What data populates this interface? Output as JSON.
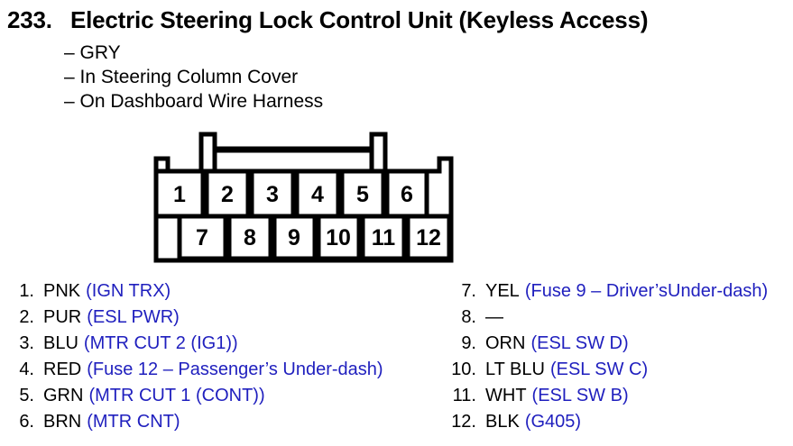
{
  "page": {
    "title_number": "233.",
    "title": "Electric Steering Lock Control Unit (Keyless Access)",
    "bullets": [
      "– GRY",
      "– In Steering Column Cover",
      "– On Dashboard Wire Harness"
    ]
  },
  "colors": {
    "ink": "#000000",
    "signal_blue": "#1f1fbe"
  },
  "connector": {
    "top_pins": [
      "1",
      "2",
      "3",
      "4",
      "5",
      "6"
    ],
    "bottom_pins": [
      "7",
      "8",
      "9",
      "10",
      "11",
      "12"
    ]
  },
  "pins_left": [
    {
      "n": "1.",
      "color": "PNK",
      "signal": "(IGN TRX)"
    },
    {
      "n": "2.",
      "color": "PUR",
      "signal": "(ESL PWR)"
    },
    {
      "n": "3.",
      "color": "BLU",
      "signal": "(MTR CUT 2 (IG1))"
    },
    {
      "n": "4.",
      "color": "RED",
      "signal": "(Fuse 12 – Passenger’s Under-dash)"
    },
    {
      "n": "5.",
      "color": "GRN",
      "signal": "(MTR CUT 1 (CONT))"
    },
    {
      "n": "6.",
      "color": "BRN",
      "signal": "(MTR CNT)"
    }
  ],
  "pins_right": [
    {
      "n": "7.",
      "color": "YEL",
      "signal": "(Fuse 9 – Driver’sUnder-dash)"
    },
    {
      "n": "8.",
      "color": "—",
      "signal": ""
    },
    {
      "n": "9.",
      "color": "ORN",
      "signal": "(ESL SW D)"
    },
    {
      "n": "10.",
      "color": "LT BLU",
      "signal": "(ESL SW C)"
    },
    {
      "n": "11.",
      "color": "WHT",
      "signal": "(ESL SW B)"
    },
    {
      "n": "12.",
      "color": "BLK",
      "signal": "(G405)"
    }
  ]
}
